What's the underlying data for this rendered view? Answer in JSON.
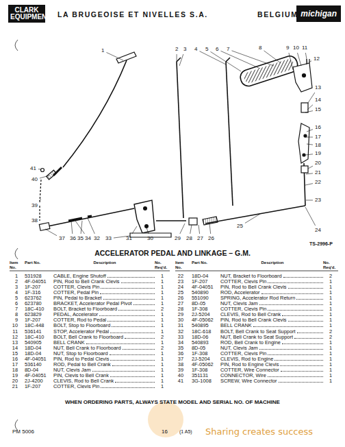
{
  "diagram": {
    "title": "ACCELERATOR PEDAL AND LINKAGE – G.M.",
    "nodes": [
      {
        "text": [
          "CLARK EQUIPMENT"
        ]
      },
      {
        "text": [
          "michigan"
        ]
      }
    ],
    "labels": [
      "LA BRUGEOISE ET NIVELLES S.A.",
      "BELGIUM",
      "1",
      "2",
      "3",
      "4",
      "5",
      "6",
      "7",
      "8",
      "9",
      "10",
      "11",
      "12",
      "13",
      "14",
      "15",
      "16",
      "17",
      "18",
      "19",
      "20",
      "21",
      "22",
      "23",
      "24",
      "25",
      "26",
      "27",
      "28",
      "29",
      "30",
      "31",
      "32",
      "33",
      "34",
      "35",
      "36",
      "37",
      "38",
      "39",
      "40",
      "41",
      "TS-2996-P",
      "Item No.",
      "Part No.",
      "Description",
      "No. Req'd.",
      "Item No.",
      "Part No.",
      "Description",
      "No. Req'd.",
      "1",
      "531928",
      "CABLE, Engine Shutoff",
      "1",
      "2",
      "4F-04051",
      "PIN, Rod to Bell Crank Clevis",
      "1",
      "3",
      "1F-207",
      "COTTER, Clevis Pin",
      "1",
      "4",
      "1F-316",
      "COTTER, Pedal Pin",
      "1",
      "5",
      "623762",
      "PIN, Pedal to Bracket",
      "1",
      "6",
      "623780",
      "BRACKET, Accelerator Pedal Pivot",
      "1",
      "7",
      "18C-410",
      "BOLT, Bracket to Floorboard",
      "2",
      "8",
      "623829",
      "PEDAL, Accelerator",
      "1",
      "9",
      "1F-207",
      "COTTER, Rod to Pedal",
      "1",
      "10",
      "18C-448",
      "BOLT, Stop to Floorboard",
      "1",
      "11",
      "536141",
      "STOP, Accelerator Pedal",
      "1",
      "12",
      "18C-410",
      "BOLT, Bell Crank to Floorboard",
      "2",
      "13",
      "540905",
      "BELL CRANK",
      "1",
      "14",
      "18D-04",
      "NUT, Bell Crank to Floorboard",
      "2",
      "15",
      "18D-04",
      "NUT, Stop to Floorboard",
      "1",
      "16",
      "4F-04051",
      "PIN, Rod to Pedal Clevis",
      "1",
      "17",
      "536140",
      "ROD, Pedal to Bell Crank",
      "1",
      "18",
      "8D-04",
      "NUT, Clevis Jam",
      "1",
      "19",
      "4F-04051",
      "PIN, Clevis to Bell Crank",
      "1",
      "20",
      "2J-4200",
      "CLEVIS, Rod to Bell Crank",
      "1",
      "21",
      "1F-207",
      "COTTER, Clevis Pin",
      "1",
      "22",
      "18D-04",
      "NUT, Bracket to Floorboard",
      "2",
      "23",
      "1F-207",
      "COTTER, Clevis Pin",
      "1",
      "24",
      "4F-04051",
      "PIN, Rod to Bell Crank Clevis",
      "1",
      "25",
      "540890",
      "ROD, Accelerator",
      "1",
      "26",
      "551090",
      "SPRING, Accelerator Rod Return",
      "1",
      "27",
      "8D-05",
      "NUT, Clevis Jam",
      "1",
      "28",
      "1F-308",
      "COTTER, Clevis Pin",
      "1",
      "29",
      "2J-5204",
      "CLEVIS, Rod to Bell Crank",
      "1",
      "30",
      "4F-05062",
      "PIN, Rod to Bell Crank Clevis",
      "1",
      "31",
      "540895",
      "BELL CRANK",
      "1",
      "32",
      "18C-618",
      "BOLT, Bell Crank to Seat Support",
      "2",
      "33",
      "18D-06",
      "NUT, Bell Crank to Seat Support",
      "2",
      "34",
      "540893",
      "ROD, Bell Crank to Engine",
      "1",
      "35",
      "8D-05",
      "NUT, Clevis Jam",
      "1",
      "36",
      "1F-308",
      "COTTER, Clevis Pin",
      "1",
      "37",
      "2J-5204",
      "CLEVIS, Rod to Engine",
      "1",
      "38",
      "4F-05062",
      "PIN, Rod to Engine Clevis",
      "1",
      "39",
      "1F-308",
      "COTTER, Wire Connector",
      "1",
      "40",
      "351131",
      "CONNECTOR, Wire",
      "1",
      "41",
      "3G-1008",
      "SCREW, Wire Connector",
      "1",
      "WHEN ORDERING PARTS, ALWAYS STATE MODEL AND SERIAL NO. OF MACHINE",
      "PM 5006",
      "16",
      "(1 A5)",
      "Sharing creates success"
    ]
  }
}
